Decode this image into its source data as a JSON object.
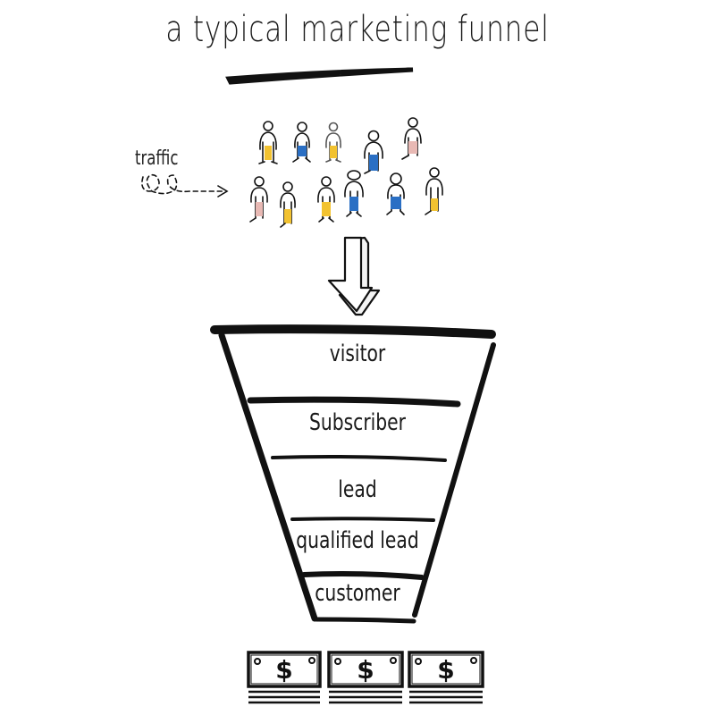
{
  "title": "a typical marketing funnel",
  "traffic_label": "traffic",
  "funnel": {
    "stages": [
      {
        "label": "visitor"
      },
      {
        "label": "Subscriber"
      },
      {
        "label": "lead"
      },
      {
        "label": "qualified lead"
      },
      {
        "label": "customer"
      }
    ]
  },
  "money": {
    "bills": [
      {
        "symbol": "$"
      },
      {
        "symbol": "$"
      },
      {
        "symbol": "$"
      }
    ]
  },
  "colors": {
    "ink": "#111111",
    "pants_yellow": "#f2c230",
    "pants_blue": "#2a6fc4",
    "pants_pink": "#e8b9b4"
  }
}
